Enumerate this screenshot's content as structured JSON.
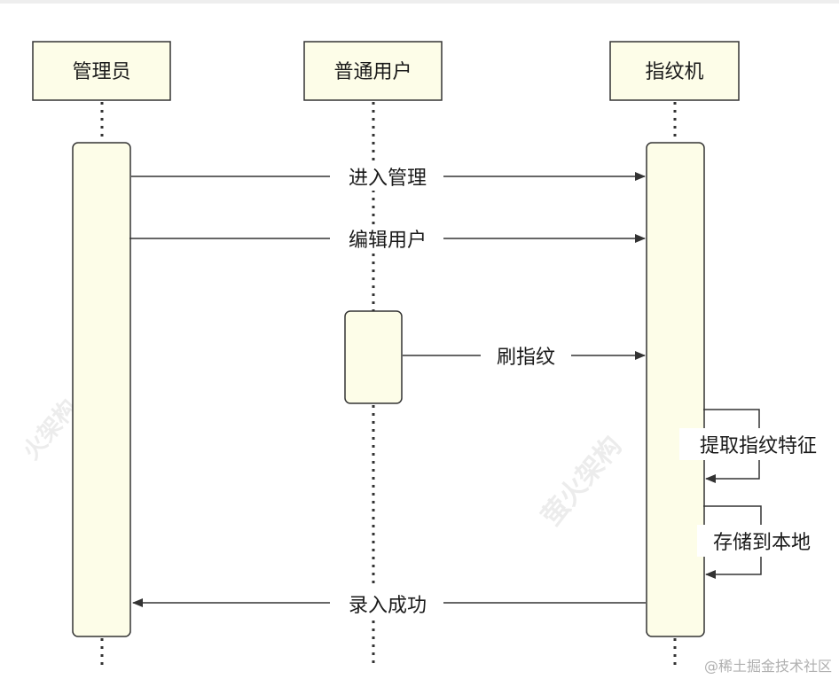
{
  "participants": [
    {
      "id": "admin",
      "label": "管理员"
    },
    {
      "id": "user",
      "label": "普通用户"
    },
    {
      "id": "device",
      "label": "指纹机"
    }
  ],
  "messages": [
    {
      "id": "enter",
      "label": "进入管理"
    },
    {
      "id": "edit",
      "label": "编辑用户"
    },
    {
      "id": "swipe",
      "label": "刷指纹"
    },
    {
      "id": "extract",
      "label": "提取指纹特征"
    },
    {
      "id": "store",
      "label": "存储到本地"
    },
    {
      "id": "success",
      "label": "录入成功"
    }
  ],
  "watermarks": [
    "萤火架构",
    "火架构"
  ],
  "footer_credit": "@稀土掘金技术社区",
  "colors": {
    "box_fill": "#fdfde8",
    "stroke": "#333333",
    "text": "#1a1a1a",
    "watermark": "#e8e8e8",
    "credit": "#b0b0b0"
  }
}
